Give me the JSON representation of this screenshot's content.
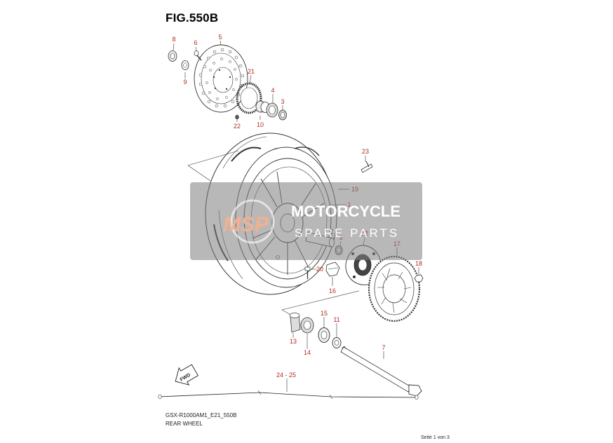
{
  "figure": {
    "title": "FIG.550B",
    "code": "GSX-R1000AM1_E21_550B",
    "name": "REAR WHEEL",
    "page": "Seite 1 von 3"
  },
  "watermark": {
    "logo_text": "MSP",
    "line1": "MOTORCYCLE",
    "line2": "SPARE PARTS"
  },
  "fwd_label": "FWD",
  "callouts": [
    "8",
    "6",
    "5",
    "9",
    "21",
    "4",
    "3",
    "10",
    "22",
    "23",
    "19",
    "1",
    "2",
    "3",
    "12",
    "17",
    "18",
    "20",
    "16",
    "15",
    "11",
    "13",
    "14",
    "7",
    "24 - 25"
  ],
  "colors": {
    "callout": "#b32a1f",
    "watermark": "#8a8a8a"
  }
}
